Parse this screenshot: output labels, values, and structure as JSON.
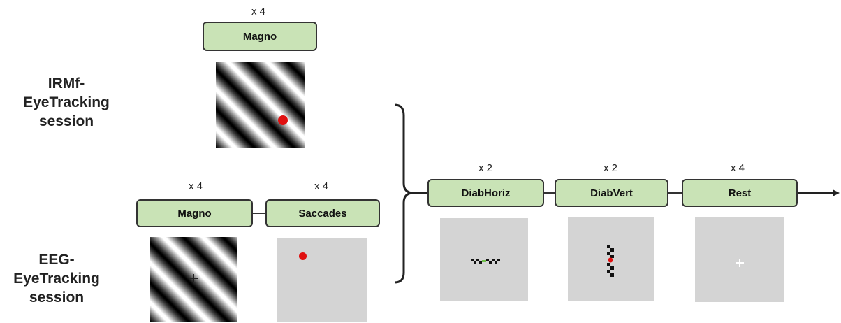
{
  "sessions": {
    "irmf": "IRMf-\nEyeTracking\nsession",
    "eeg": "EEG-\nEyeTracking\nsession"
  },
  "blocks": {
    "irmf_magno": {
      "label": "Magno",
      "reps": "x 4"
    },
    "eeg_magno": {
      "label": "Magno",
      "reps": "x 4"
    },
    "eeg_saccades": {
      "label": "Saccades",
      "reps": "x 4"
    },
    "diab_horiz": {
      "label": "DiabHoriz",
      "reps": "x 2"
    },
    "diab_vert": {
      "label": "DiabVert",
      "reps": "x 2"
    },
    "rest": {
      "label": "Rest",
      "reps": "x 4"
    }
  },
  "colors": {
    "box_fill": "#c9e3b6",
    "target_red": "#e01010",
    "panel_gray": "#d4d4d4",
    "fixation_green": "#6fc04a"
  },
  "stimuli": {
    "irmf_magno": "grating with red dot",
    "eeg_magno": "grating with black cross",
    "eeg_saccades": "gray field with red dot",
    "diab_horiz": "horizontal checkerboard bar with green center",
    "diab_vert": "vertical checkerboard bar with red center",
    "rest": "gray field with white cross"
  }
}
